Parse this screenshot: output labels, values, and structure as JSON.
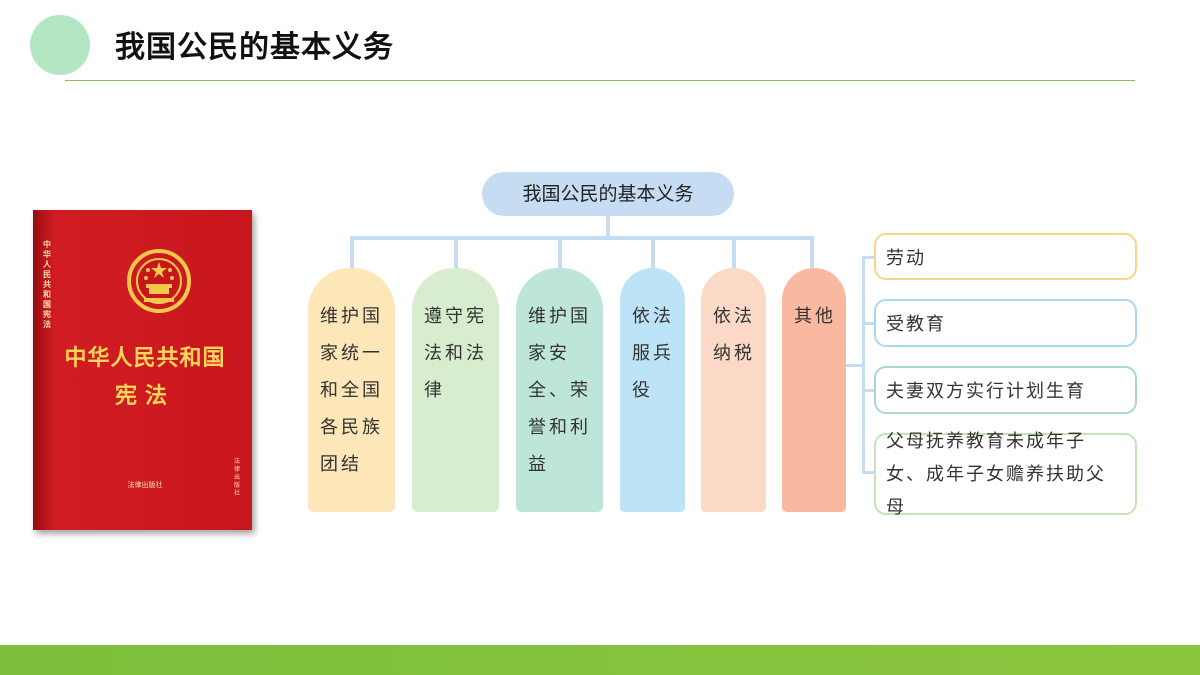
{
  "slide": {
    "title": "我国公民的基本义务"
  },
  "book": {
    "spine_text": "中华人民共和国宪法",
    "title_line1": "中华人民共和国",
    "title_line2": "宪法",
    "side_text": "法律出版社",
    "publisher": "法律出版社"
  },
  "diagram": {
    "root": "我国公民的基本义务",
    "duties": [
      {
        "label": "维护国家统一和全国各民族团结",
        "color": "#fde6b7"
      },
      {
        "label": "遵守宪法和法律",
        "color": "#d7edce"
      },
      {
        "label": "维护国家安全、荣誉和利益",
        "color": "#bee5da"
      },
      {
        "label": "依法服兵役",
        "color": "#bde3f7"
      },
      {
        "label": "依法纳税",
        "color": "#fbd9c6"
      },
      {
        "label": "其他",
        "color": "#f9b9a0"
      }
    ],
    "others": [
      {
        "label": "劳动",
        "border": "#f7d58a"
      },
      {
        "label": "受教育",
        "border": "#a9d8f1"
      },
      {
        "label": "夫妻双方实行计划生育",
        "border": "#a8d8d0"
      },
      {
        "label": "父母抚养教育未成年子女、成年子女赡养扶助父母",
        "border": "#c7e3b8"
      }
    ]
  }
}
